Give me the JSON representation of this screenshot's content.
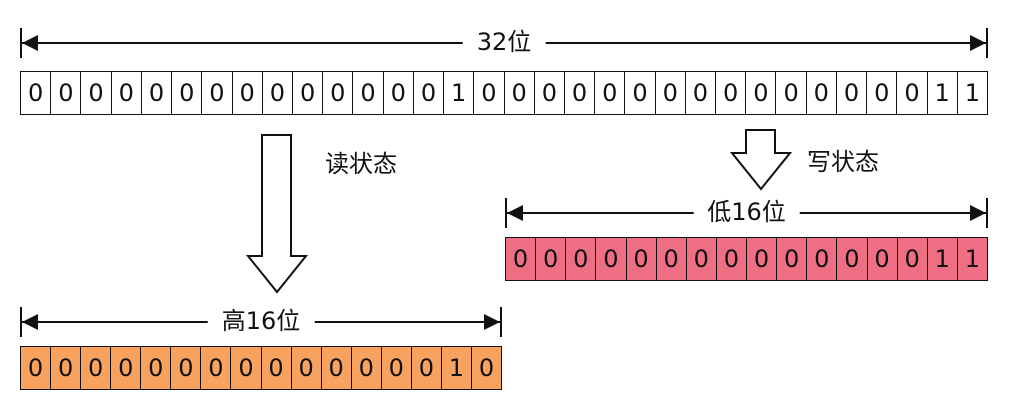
{
  "colors": {
    "register32": "#ffffff",
    "low16": "#ee6e84",
    "high16": "#f7a25e"
  },
  "register32": {
    "width_label": "32位",
    "bits": [
      "0",
      "0",
      "0",
      "0",
      "0",
      "0",
      "0",
      "0",
      "0",
      "0",
      "0",
      "0",
      "0",
      "0",
      "1",
      "0",
      "0",
      "0",
      "0",
      "0",
      "0",
      "0",
      "0",
      "0",
      "0",
      "0",
      "0",
      "0",
      "0",
      "0",
      "1",
      "1"
    ]
  },
  "read_arrow": {
    "label": "读状态"
  },
  "write_arrow": {
    "label": "写状态"
  },
  "low16": {
    "width_label": "低16位",
    "bits": [
      "0",
      "0",
      "0",
      "0",
      "0",
      "0",
      "0",
      "0",
      "0",
      "0",
      "0",
      "0",
      "0",
      "0",
      "1",
      "1"
    ]
  },
  "high16": {
    "width_label": "高16位",
    "bits": [
      "0",
      "0",
      "0",
      "0",
      "0",
      "0",
      "0",
      "0",
      "0",
      "0",
      "0",
      "0",
      "0",
      "0",
      "1",
      "0"
    ]
  }
}
